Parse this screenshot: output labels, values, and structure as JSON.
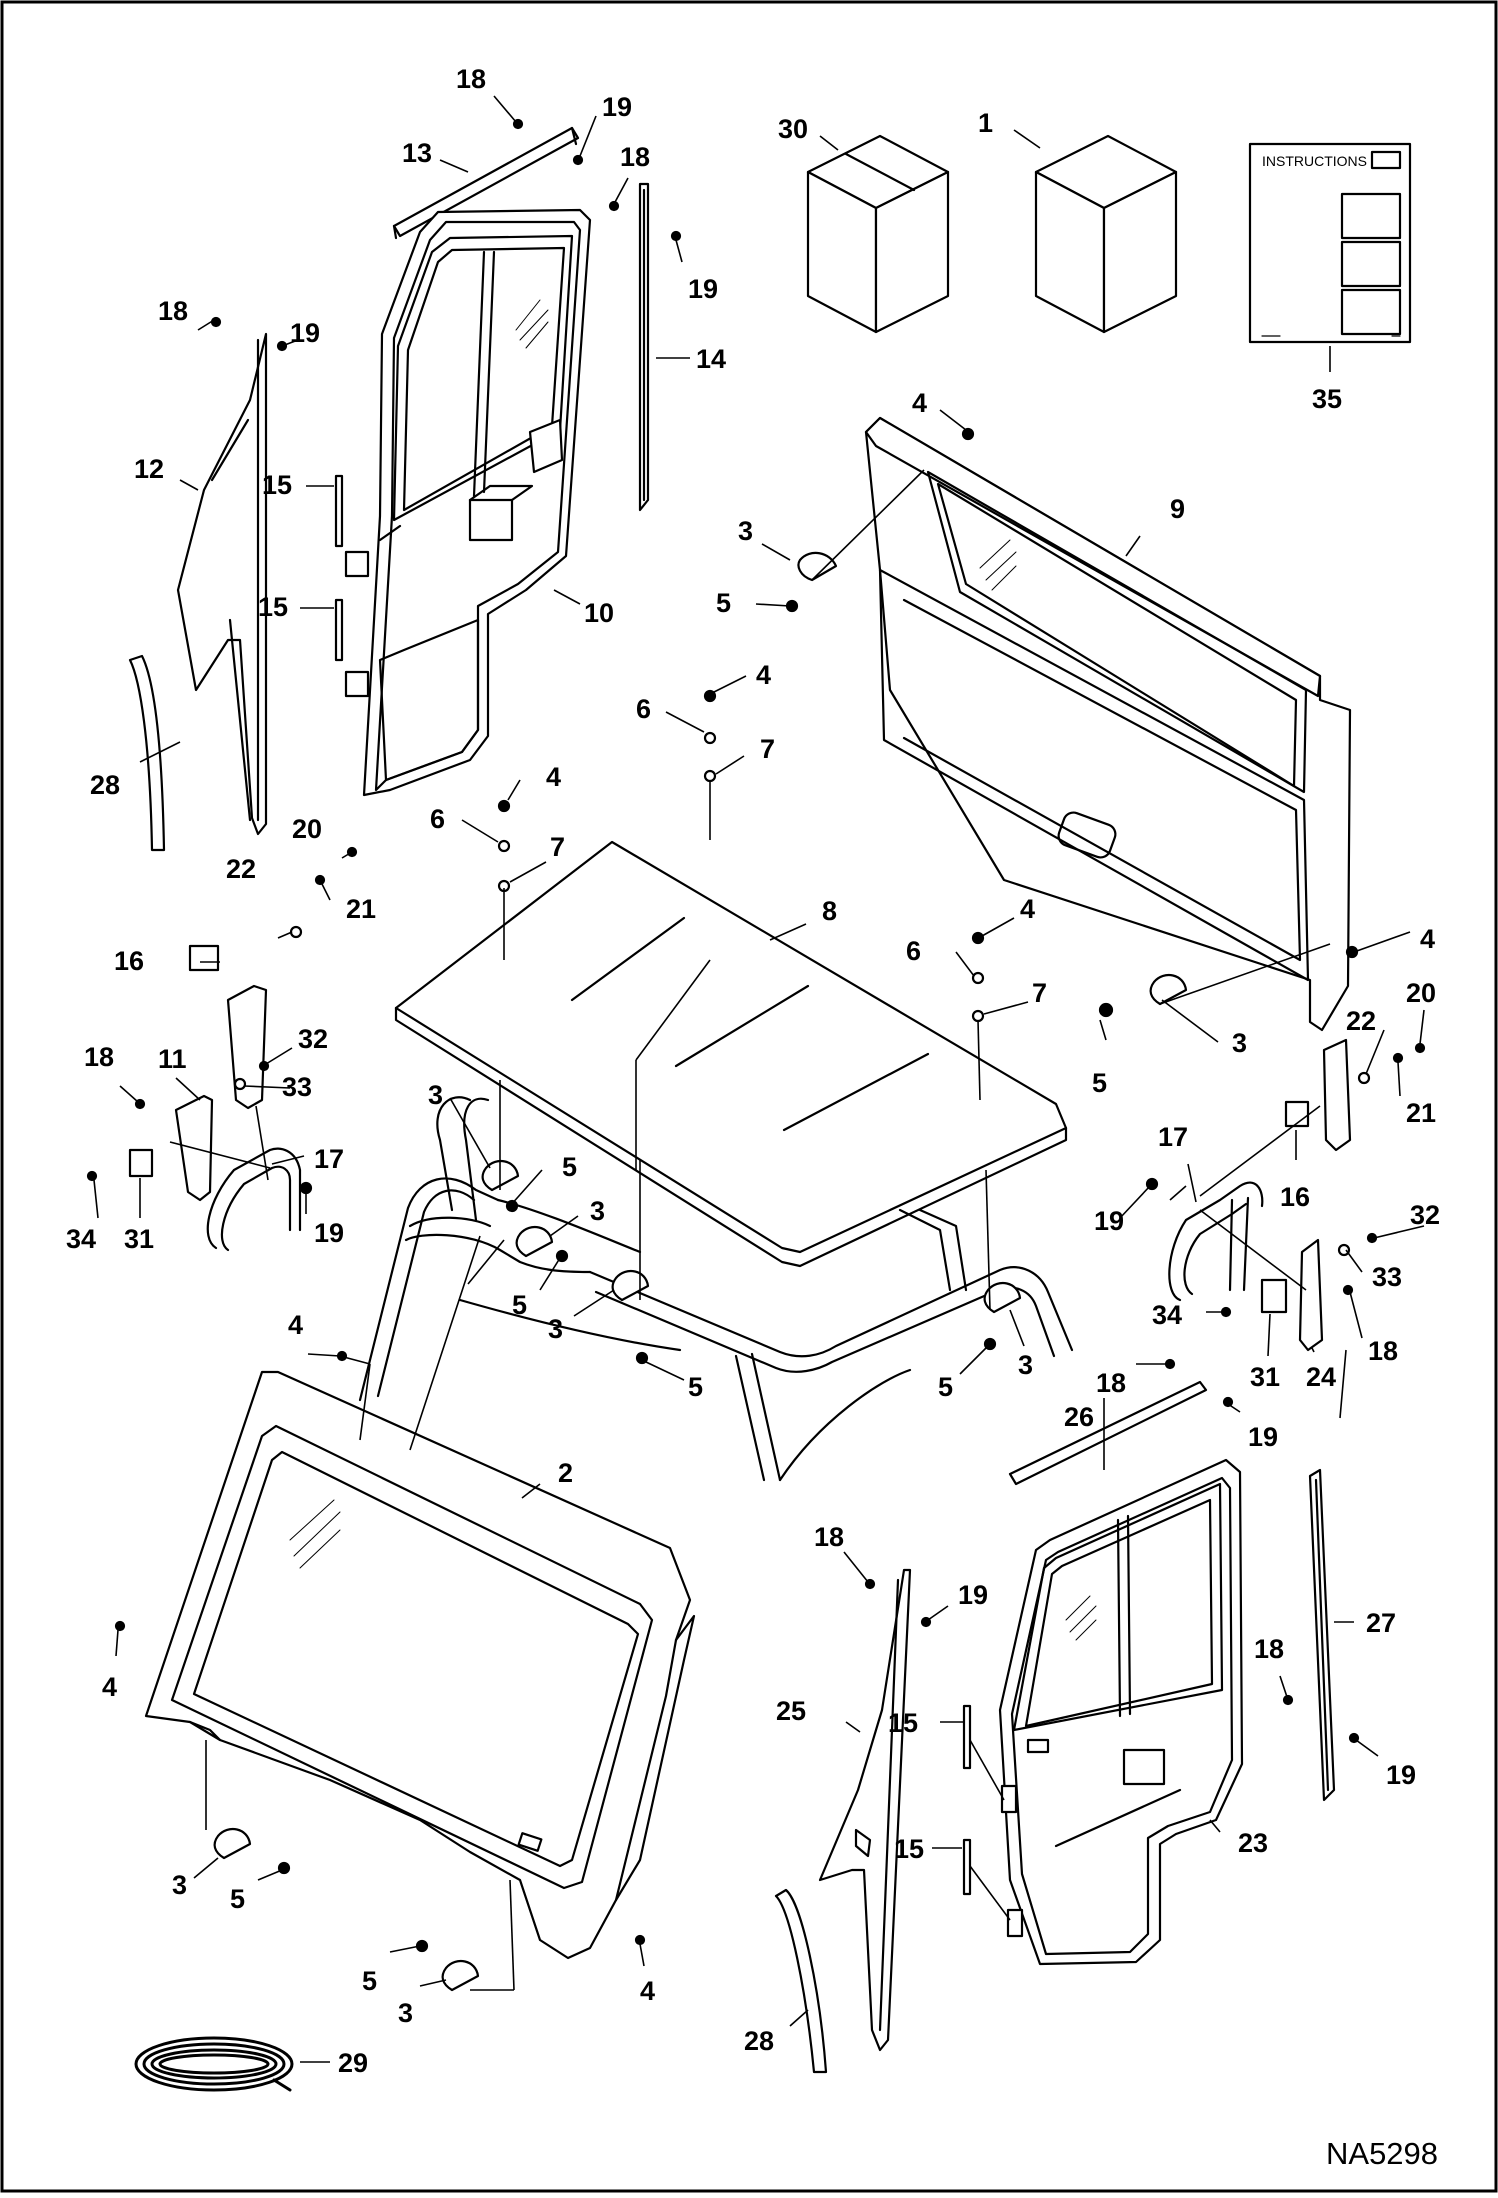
{
  "diagram": {
    "drawing_number": "NA5298",
    "instructions_sheet_label": "INSTRUCTIONS",
    "callouts": [
      {
        "id": "c1",
        "text": "18"
      },
      {
        "id": "c2",
        "text": "19"
      },
      {
        "id": "c3",
        "text": "13"
      },
      {
        "id": "c4",
        "text": "18"
      },
      {
        "id": "c5",
        "text": "19"
      },
      {
        "id": "c6",
        "text": "14"
      },
      {
        "id": "c7",
        "text": "30"
      },
      {
        "id": "c8",
        "text": "1"
      },
      {
        "id": "c9",
        "text": "35"
      },
      {
        "id": "c10",
        "text": "18"
      },
      {
        "id": "c11",
        "text": "19"
      },
      {
        "id": "c12",
        "text": "12"
      },
      {
        "id": "c13",
        "text": "15"
      },
      {
        "id": "c14",
        "text": "15"
      },
      {
        "id": "c15",
        "text": "10"
      },
      {
        "id": "c16",
        "text": "28"
      },
      {
        "id": "c17",
        "text": "4"
      },
      {
        "id": "c18",
        "text": "3"
      },
      {
        "id": "c19",
        "text": "5"
      },
      {
        "id": "c20",
        "text": "9"
      },
      {
        "id": "c21",
        "text": "4"
      },
      {
        "id": "c22",
        "text": "6"
      },
      {
        "id": "c23",
        "text": "7"
      },
      {
        "id": "c24",
        "text": "4"
      },
      {
        "id": "c25",
        "text": "6"
      },
      {
        "id": "c26",
        "text": "7"
      },
      {
        "id": "c27",
        "text": "20"
      },
      {
        "id": "c28",
        "text": "22"
      },
      {
        "id": "c29",
        "text": "21"
      },
      {
        "id": "c30",
        "text": "16"
      },
      {
        "id": "c31",
        "text": "8"
      },
      {
        "id": "c32",
        "text": "4"
      },
      {
        "id": "c33",
        "text": "6"
      },
      {
        "id": "c34",
        "text": "7"
      },
      {
        "id": "c35",
        "text": "4"
      },
      {
        "id": "c36",
        "text": "5"
      },
      {
        "id": "c37",
        "text": "3"
      },
      {
        "id": "c38",
        "text": "22"
      },
      {
        "id": "c39",
        "text": "20"
      },
      {
        "id": "c40",
        "text": "21"
      },
      {
        "id": "c41",
        "text": "18"
      },
      {
        "id": "c42",
        "text": "11"
      },
      {
        "id": "c43",
        "text": "32"
      },
      {
        "id": "c44",
        "text": "33"
      },
      {
        "id": "c45",
        "text": "17"
      },
      {
        "id": "c46",
        "text": "34"
      },
      {
        "id": "c47",
        "text": "31"
      },
      {
        "id": "c48",
        "text": "19"
      },
      {
        "id": "c49",
        "text": "3"
      },
      {
        "id": "c50",
        "text": "5"
      },
      {
        "id": "c51",
        "text": "3"
      },
      {
        "id": "c52",
        "text": "5"
      },
      {
        "id": "c53",
        "text": "3"
      },
      {
        "id": "c54",
        "text": "5"
      },
      {
        "id": "c55",
        "text": "17"
      },
      {
        "id": "c56",
        "text": "16"
      },
      {
        "id": "c57",
        "text": "19"
      },
      {
        "id": "c58",
        "text": "32"
      },
      {
        "id": "c59",
        "text": "33"
      },
      {
        "id": "c60",
        "text": "34"
      },
      {
        "id": "c61",
        "text": "18"
      },
      {
        "id": "c62",
        "text": "31"
      },
      {
        "id": "c63",
        "text": "24"
      },
      {
        "id": "c64",
        "text": "5"
      },
      {
        "id": "c65",
        "text": "3"
      },
      {
        "id": "c66",
        "text": "4"
      },
      {
        "id": "c67",
        "text": "2"
      },
      {
        "id": "c68",
        "text": "18"
      },
      {
        "id": "c69",
        "text": "26"
      },
      {
        "id": "c70",
        "text": "19"
      },
      {
        "id": "c71",
        "text": "4"
      },
      {
        "id": "c72",
        "text": "18"
      },
      {
        "id": "c73",
        "text": "19"
      },
      {
        "id": "c74",
        "text": "27"
      },
      {
        "id": "c75",
        "text": "25"
      },
      {
        "id": "c76",
        "text": "15"
      },
      {
        "id": "c77",
        "text": "18"
      },
      {
        "id": "c78",
        "text": "19"
      },
      {
        "id": "c79",
        "text": "15"
      },
      {
        "id": "c80",
        "text": "23"
      },
      {
        "id": "c81",
        "text": "3"
      },
      {
        "id": "c82",
        "text": "5"
      },
      {
        "id": "c83",
        "text": "4"
      },
      {
        "id": "c84",
        "text": "5"
      },
      {
        "id": "c85",
        "text": "3"
      },
      {
        "id": "c86",
        "text": "28"
      },
      {
        "id": "c87",
        "text": "29"
      }
    ]
  }
}
